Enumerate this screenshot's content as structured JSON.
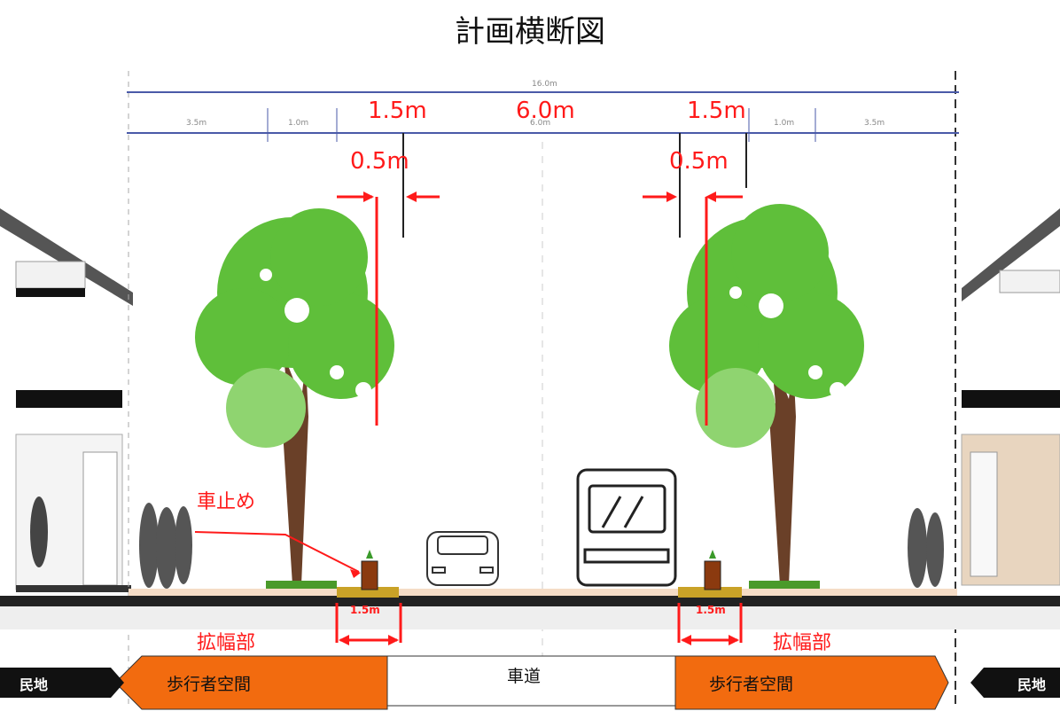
{
  "title": "計画横断図",
  "dimensions": {
    "overall": "16.0m",
    "seg_left_outer": "3.5m",
    "seg_left_inner": "1.0m",
    "seg_center": "6.0m",
    "seg_right_inner": "1.0m",
    "seg_right_outer": "3.5m"
  },
  "annotations": {
    "left_expansion_width": "1.5m",
    "center_width": "6.0m",
    "right_expansion_width": "1.5m",
    "left_offset": "0.5m",
    "right_offset": "0.5m",
    "bollard_label": "車止め",
    "left_bollard_width": "1.5m",
    "right_bollard_width": "1.5m",
    "left_expansion_label": "拡幅部",
    "right_expansion_label": "拡幅部"
  },
  "bands": {
    "left_pedestrian": "歩行者空間",
    "roadway": "車道",
    "right_pedestrian": "歩行者空間",
    "left_private": "民地",
    "right_private": "民地"
  },
  "colors": {
    "pedestrian_band": "#f26b0f",
    "annotation_red": "#ff1a1a",
    "tree_green": "#5fbf3a",
    "bollard_brown": "#8b3a0f",
    "bollard_base": "#c9a227"
  }
}
